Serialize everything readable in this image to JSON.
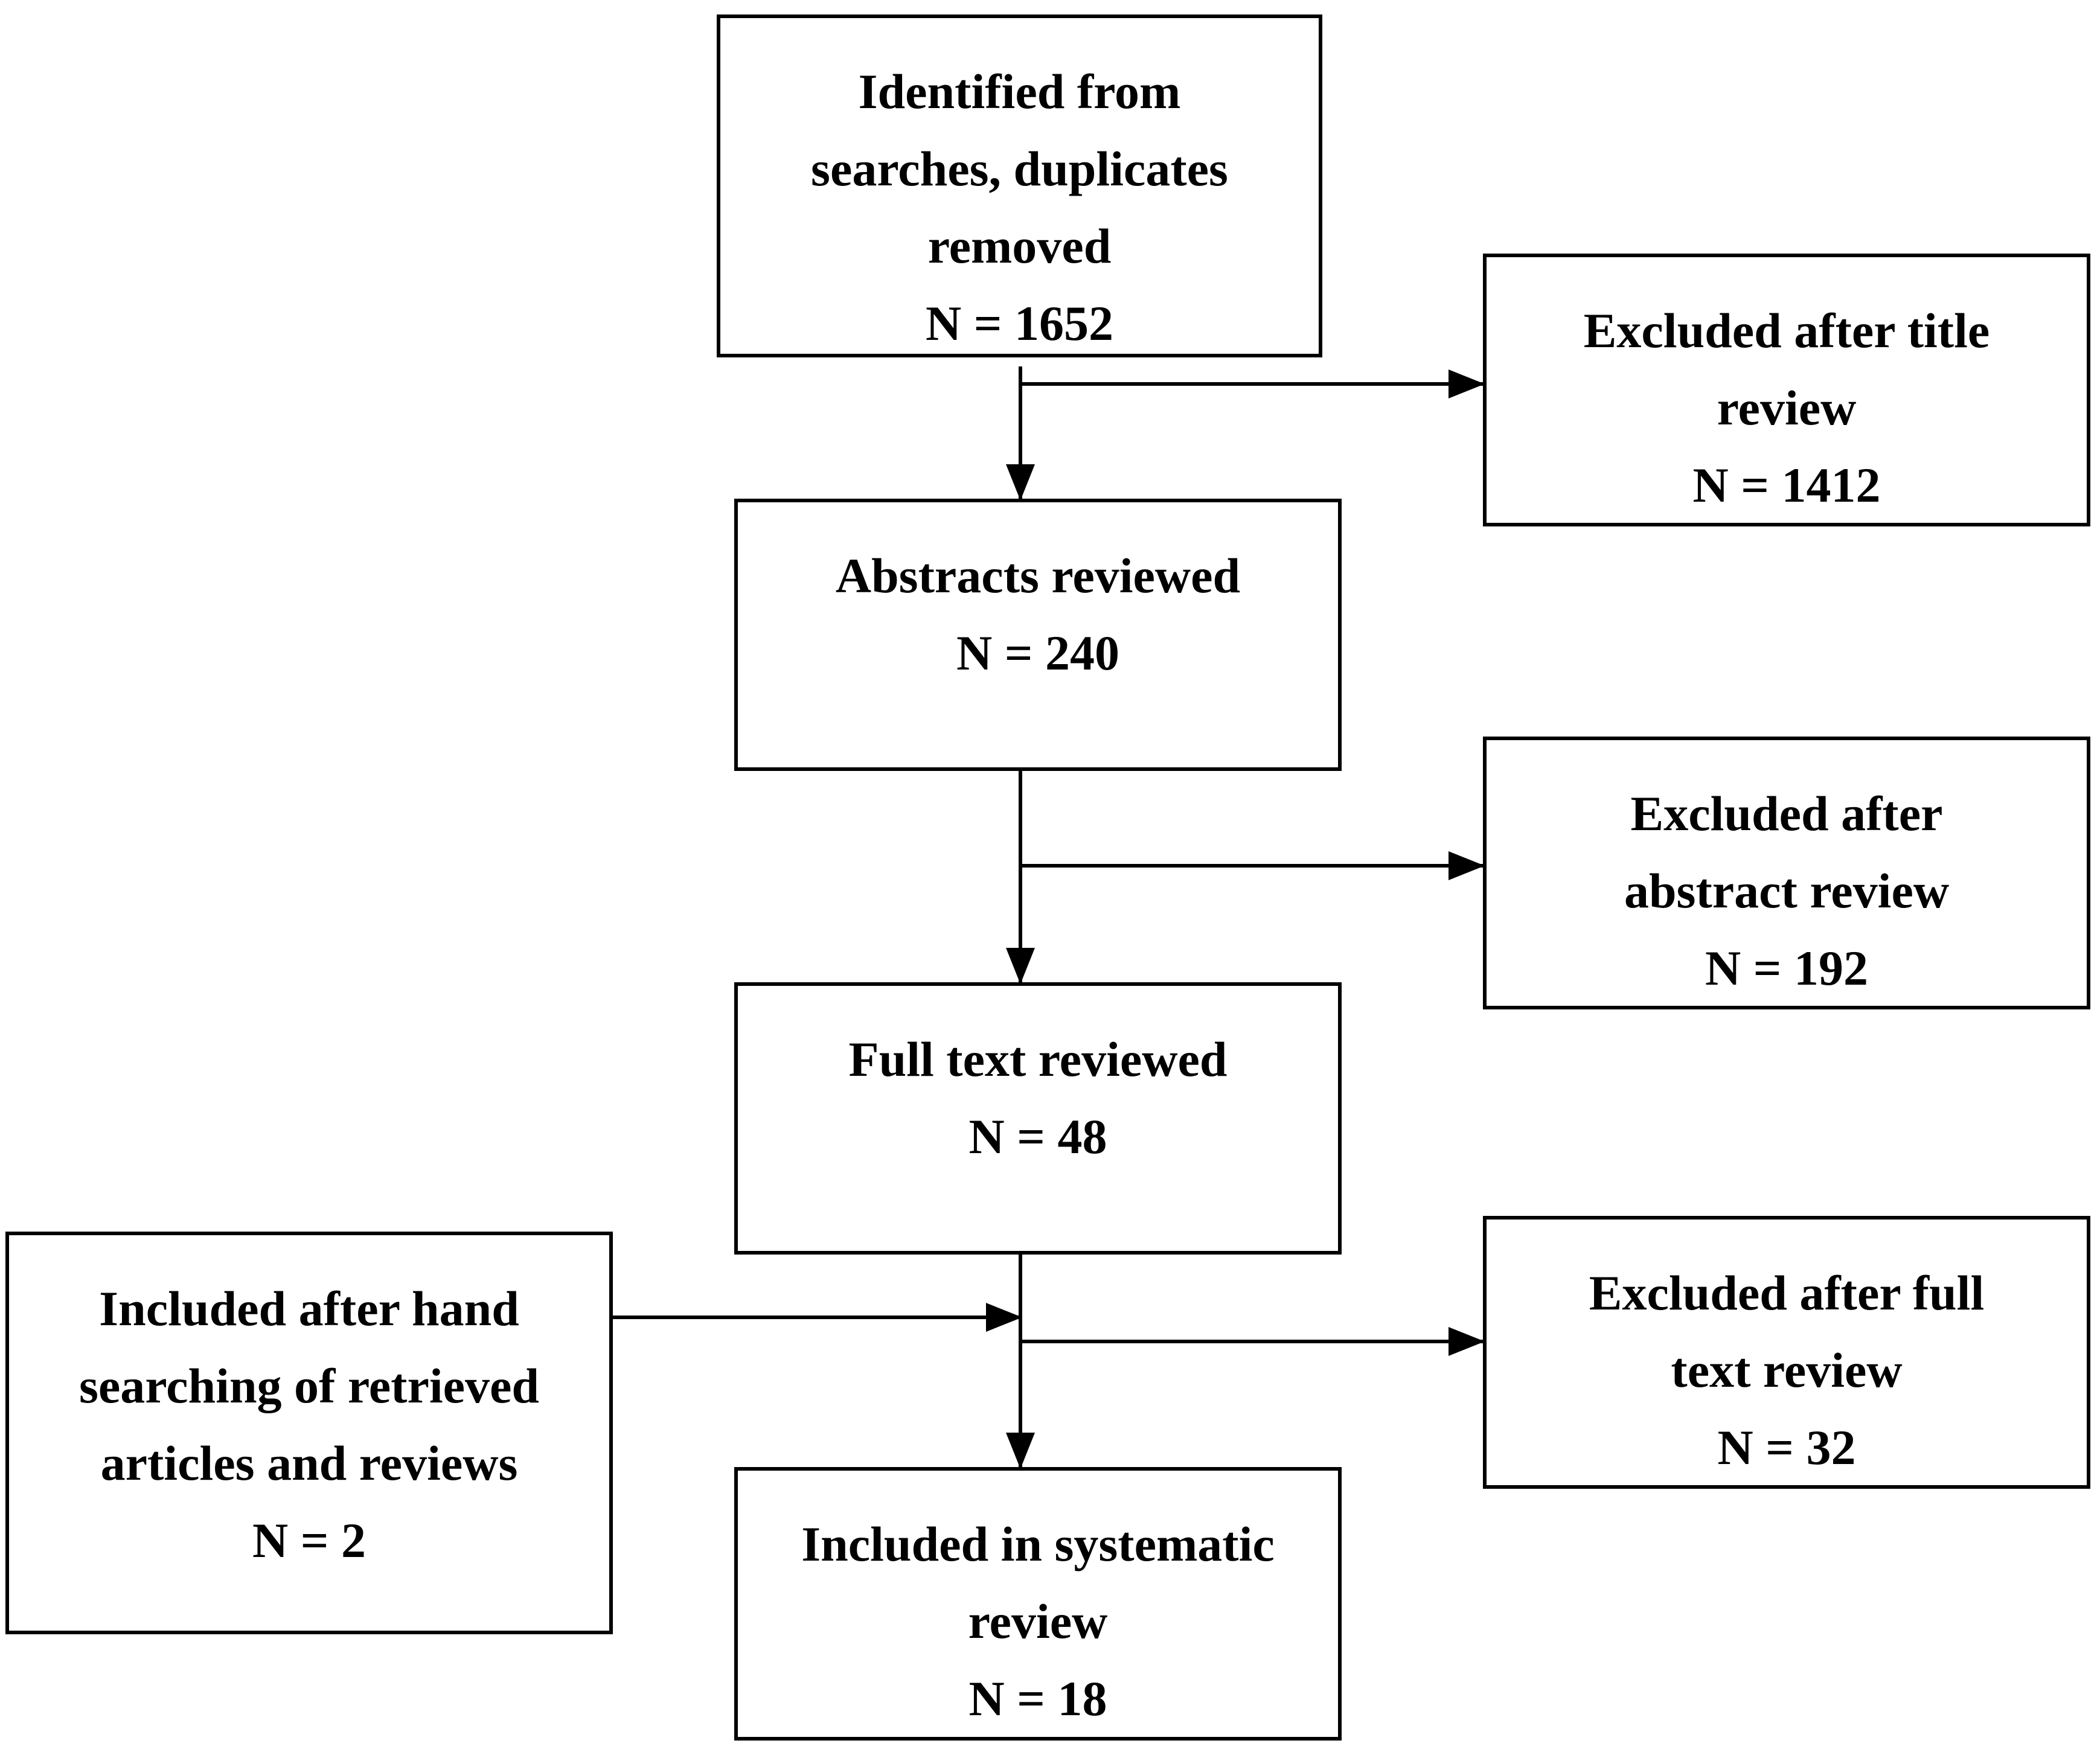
{
  "boxes": {
    "identified": {
      "lines": [
        "Identified from",
        "searches, duplicates",
        "removed",
        "N = 1652"
      ]
    },
    "excluded_title": {
      "lines": [
        "Excluded after title",
        "review",
        "N = 1412"
      ]
    },
    "abstracts": {
      "lines": [
        "Abstracts reviewed",
        "N = 240"
      ]
    },
    "excluded_abstract": {
      "lines": [
        "Excluded after",
        "abstract review",
        "N = 192"
      ]
    },
    "fulltext": {
      "lines": [
        "Full text reviewed",
        "N = 48"
      ]
    },
    "hand_search": {
      "lines": [
        "Included after hand",
        "searching of retrieved",
        "articles and reviews",
        "N = 2"
      ]
    },
    "excluded_fulltext": {
      "lines": [
        "Excluded after full",
        "text review",
        "N = 32"
      ]
    },
    "included": {
      "lines": [
        "Included in systematic",
        "review",
        "N = 18"
      ]
    }
  },
  "colors": {
    "stroke": "#000000",
    "background": "#ffffff"
  }
}
